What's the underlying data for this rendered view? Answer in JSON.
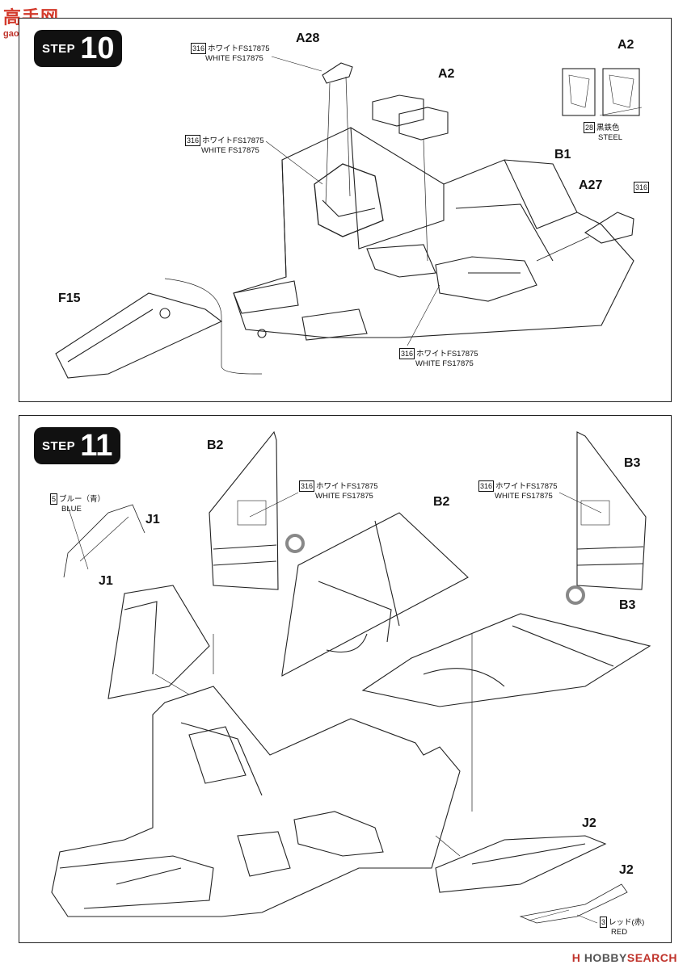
{
  "watermark": {
    "site_cn": "高手网",
    "site_url": "gao-shou.com",
    "hobby": "HOBBY",
    "search": "SEARCH",
    "hobby_prefix": "H"
  },
  "step10": {
    "word": "STEP",
    "number": "10",
    "parts": {
      "a28": "A28",
      "a2_top": "A2",
      "a2_side": "A2",
      "b1": "B1",
      "a27": "A27",
      "f15": "F15"
    },
    "paint_white_1": {
      "code": "316",
      "jp": "ホワイトFS17875",
      "en": "WHITE FS17875"
    },
    "paint_white_2": {
      "code": "316",
      "jp": "ホワイトFS17875",
      "en": "WHITE FS17875"
    },
    "paint_white_3": {
      "code": "316",
      "jp": "ホワイトFS17875",
      "en": "WHITE FS17875"
    },
    "paint_steel": {
      "code": "28",
      "jp": "黒鉄色",
      "en": "STEEL"
    },
    "a27_code": "316"
  },
  "step11": {
    "word": "STEP",
    "number": "11",
    "parts": {
      "b2_left": "B2",
      "b2_right": "B2",
      "b3_top": "B3",
      "b3_mid": "B3",
      "j1_top": "J1",
      "j1_mid": "J1",
      "j2_top": "J2",
      "j2_bottom": "J2"
    },
    "paint_white_left": {
      "code": "316",
      "jp": "ホワイトFS17875",
      "en": "WHITE FS17875"
    },
    "paint_white_right": {
      "code": "316",
      "jp": "ホワイトFS17875",
      "en": "WHITE FS17875"
    },
    "paint_blue": {
      "code": "5",
      "jp": "ブルー（青）",
      "en": "BLUE"
    },
    "paint_red": {
      "code": "3",
      "jp": "レッド(赤)",
      "en": "RED"
    }
  }
}
